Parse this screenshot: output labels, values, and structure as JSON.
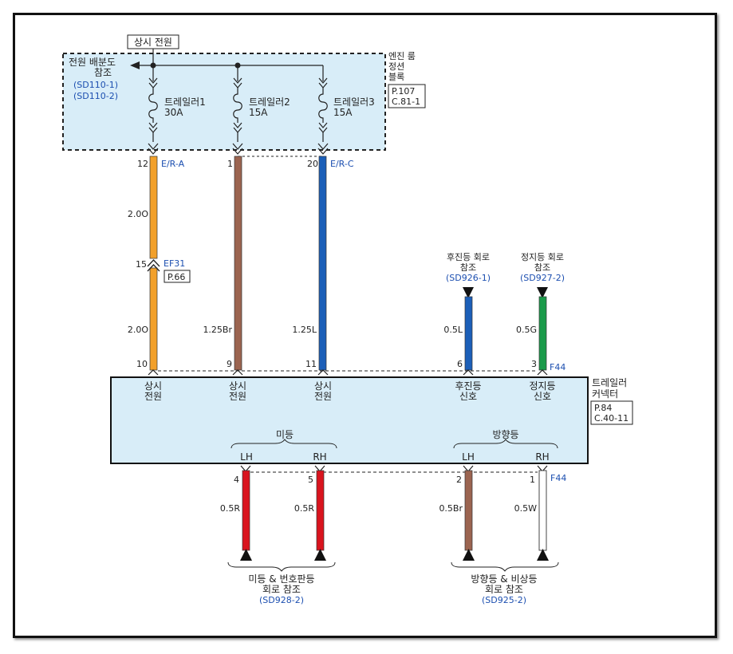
{
  "colors": {
    "orange": "#f2a02a",
    "brown": "#9b6450",
    "blue": "#1c5fb8",
    "green": "#1a9a4a",
    "red": "#d9141e",
    "white": "#ffffff",
    "box_fill": "#d8edf8",
    "link_blue": "#1c4fb0"
  },
  "top_label": "상시 전원",
  "engine_room": {
    "title_lines": [
      "엔진 룸",
      "정션",
      "블록"
    ],
    "ref_lines": [
      "P.107",
      "C.81-1"
    ]
  },
  "power_dist": {
    "label_lines": [
      "전원 배분도",
      "참조"
    ],
    "refs": [
      "(SD110-1)",
      "(SD110-2)"
    ]
  },
  "fuses": [
    {
      "name": "트레일러1",
      "amp": "30A"
    },
    {
      "name": "트레일러2",
      "amp": "15A"
    },
    {
      "name": "트레일러3",
      "amp": "15A"
    }
  ],
  "top_pins": [
    {
      "pin": "12",
      "conn": "E/R-A"
    },
    {
      "pin": "1",
      "conn": ""
    },
    {
      "pin": "20",
      "conn": "E/R-C"
    }
  ],
  "wires": [
    {
      "id": "w1",
      "gauge_top": "2.0O",
      "gauge_bottom": "2.0O",
      "color": "orange"
    },
    {
      "id": "w2",
      "gauge": "1.25Br",
      "color": "brown"
    },
    {
      "id": "w3",
      "gauge": "1.25L",
      "color": "blue"
    },
    {
      "id": "w4",
      "gauge": "0.5L",
      "color": "blue"
    },
    {
      "id": "w5",
      "gauge": "0.5G",
      "color": "green"
    },
    {
      "id": "w6",
      "gauge": "0.5R",
      "color": "red"
    },
    {
      "id": "w7",
      "gauge": "0.5R",
      "color": "red"
    },
    {
      "id": "w8",
      "gauge": "0.5Br",
      "color": "brown"
    },
    {
      "id": "w9",
      "gauge": "0.5W",
      "color": "white"
    }
  ],
  "inline_connector": {
    "pin": "15",
    "name": "EF31",
    "ref": "P.66"
  },
  "refs_top": [
    {
      "lines": [
        "후진등 회로",
        "참조"
      ],
      "code": "(SD926-1)"
    },
    {
      "lines": [
        "정지등 회로",
        "참조"
      ],
      "code": "(SD927-2)"
    }
  ],
  "trailer_connector": {
    "title_lines": [
      "트레일러",
      "커넥터"
    ],
    "ref_lines": [
      "P.84",
      "C.40-11"
    ],
    "conn_id_top": "F44",
    "conn_id_bottom": "F44",
    "top_pins": [
      {
        "pin": "10",
        "label": [
          "상시",
          "전원"
        ]
      },
      {
        "pin": "9",
        "label": [
          "상시",
          "전원"
        ]
      },
      {
        "pin": "11",
        "label": [
          "상시",
          "전원"
        ]
      },
      {
        "pin": "6",
        "label": [
          "후진등",
          "신호"
        ]
      },
      {
        "pin": "3",
        "label": [
          "정지등",
          "신호"
        ]
      }
    ],
    "groups": [
      {
        "name": "미등",
        "left": "LH",
        "right": "RH"
      },
      {
        "name": "방향등",
        "left": "LH",
        "right": "RH"
      }
    ],
    "bottom_pins": [
      "4",
      "5",
      "2",
      "1"
    ]
  },
  "refs_bottom": [
    {
      "lines": [
        "미등 & 번호판등",
        "회로 참조"
      ],
      "code": "(SD928-2)"
    },
    {
      "lines": [
        "방향등 & 비상등",
        "회로 참조"
      ],
      "code": "(SD925-2)"
    }
  ]
}
